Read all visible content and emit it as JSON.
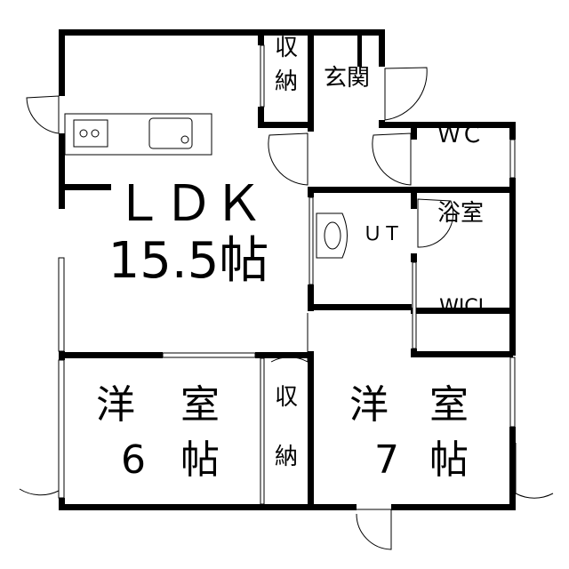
{
  "rooms": {
    "ldk": {
      "name": "ＬＤＫ",
      "size": "15.5帖"
    },
    "storage_top": {
      "line1": "収",
      "line2": "納"
    },
    "entrance": {
      "name": "玄関"
    },
    "wc": {
      "name": "ＷＣ"
    },
    "bath": {
      "name": "浴室"
    },
    "ut": {
      "name": "ＵＴ"
    },
    "wicl": {
      "name": "WICL"
    },
    "western6": {
      "char1": "洋",
      "char2": "室",
      "num": "6",
      "unit": "帖"
    },
    "storage_mid": {
      "line1": "収",
      "line2": "納"
    },
    "western7": {
      "char1": "洋",
      "char2": "室",
      "num": "7",
      "unit": "帖"
    }
  }
}
